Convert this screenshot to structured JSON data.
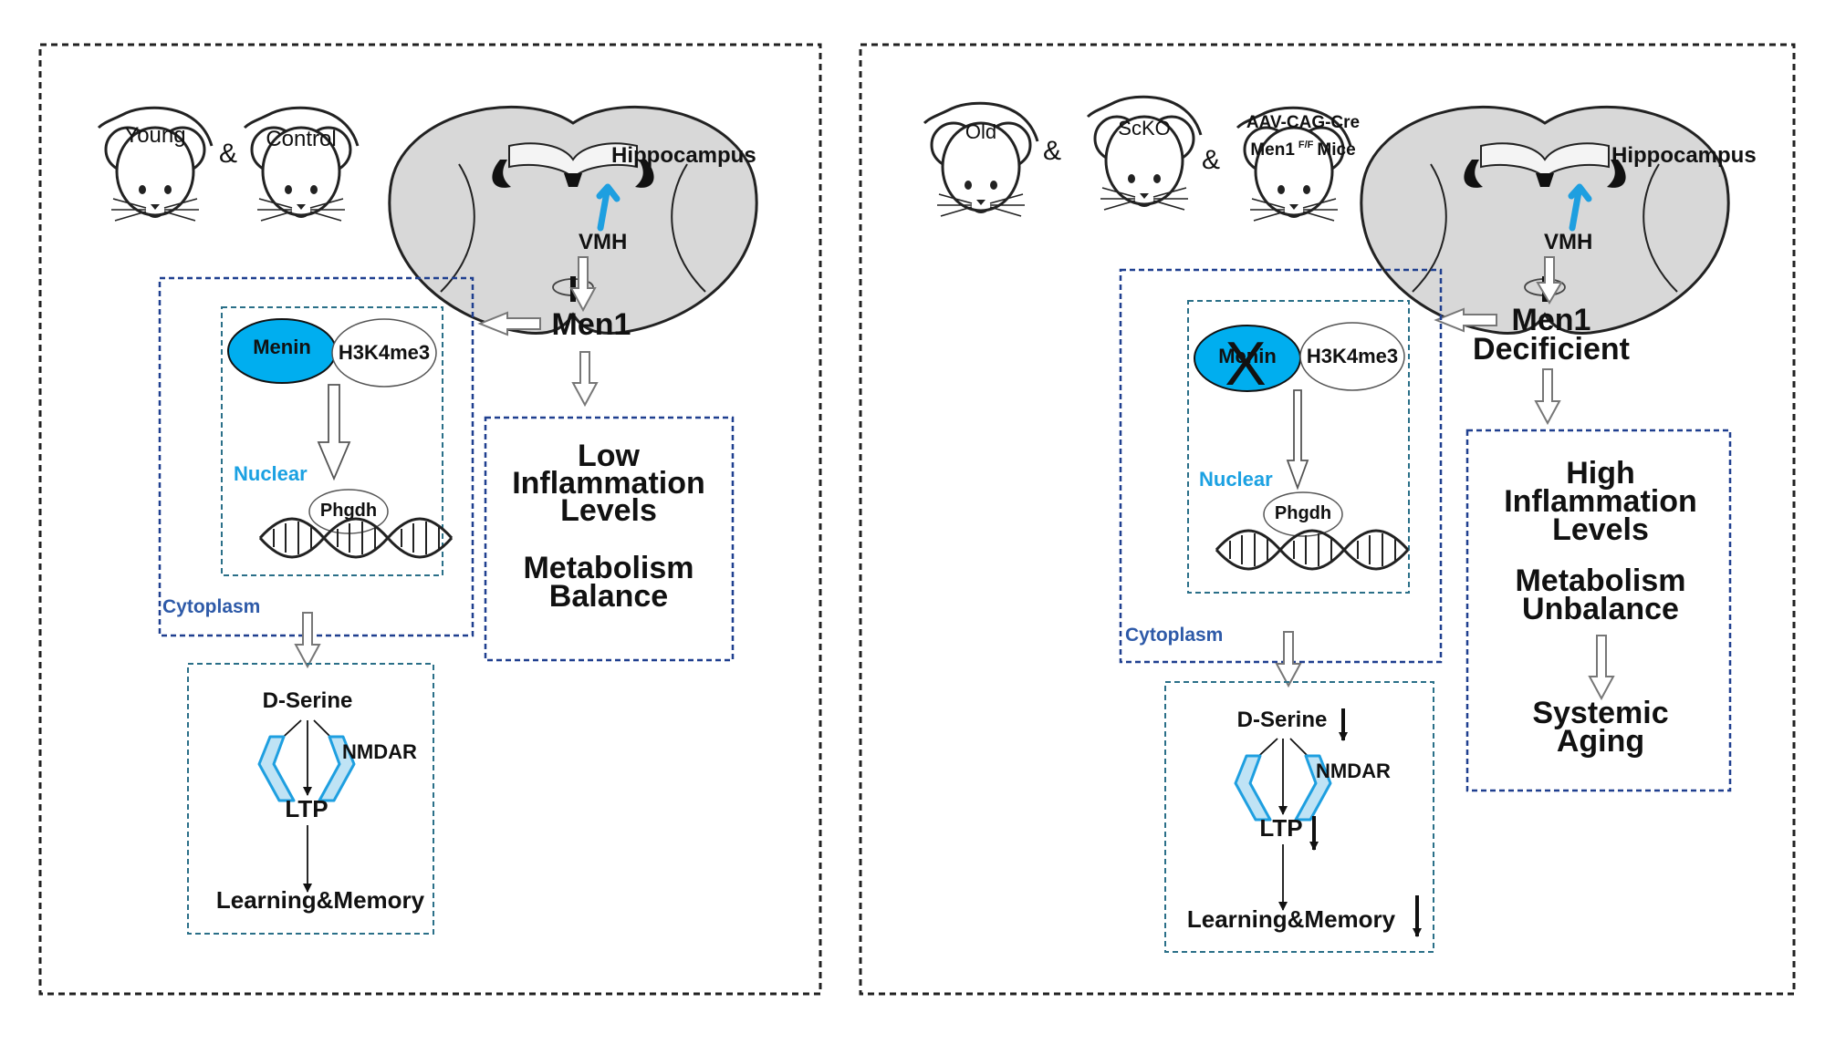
{
  "left_panel": {
    "mice": [
      "Young",
      "Control"
    ],
    "ampersand": "&",
    "brain": {
      "hippocampus": "Hippocampus",
      "vmh": "VMH"
    },
    "men1": "Men1",
    "cell": {
      "menin": "Menin",
      "h3k4me3": "H3K4me3",
      "nuclear": "Nuclear",
      "phgdh": "Phgdh",
      "cytoplasm": "Cytoplasm"
    },
    "outcome": {
      "line1": "Low",
      "line2": "Inflammation",
      "line3": "Levels",
      "line4": "Metabolism",
      "line5": "Balance"
    },
    "pathway": {
      "dserine": "D-Serine",
      "nmdar": "NMDAR",
      "ltp": "LTP",
      "learning": "Learning&Memory"
    }
  },
  "right_panel": {
    "mice": [
      "Old",
      "ScKO",
      "AAV-CAG-Cre"
    ],
    "men1_mice": {
      "base": "Men1",
      "sup": "F/F",
      "suffix": "Mice"
    },
    "ampersand": "&",
    "brain": {
      "hippocampus": "Hippocampus",
      "vmh": "VMH"
    },
    "men1_line1": "Men1",
    "men1_line2": "Decificient",
    "cell": {
      "menin": "Menin",
      "cross": "X",
      "h3k4me3": "H3K4me3",
      "nuclear": "Nuclear",
      "phgdh": "Phgdh",
      "cytoplasm": "Cytoplasm"
    },
    "outcome": {
      "line1": "High",
      "line2": "Inflammation",
      "line3": "Levels",
      "line4": "Metabolism",
      "line5": "Unbalance",
      "line6": "Systemic",
      "line7": "Aging"
    },
    "pathway": {
      "dserine": "D-Serine",
      "nmdar": "NMDAR",
      "ltp": "LTP",
      "learning": "Learning&Memory"
    }
  },
  "colors": {
    "menin_fill": "#00aeef",
    "blue_arrow": "#1e9fe0",
    "label_blue": "#1ba1e2",
    "cytoplasm_blue": "#2e5aa8",
    "box_blue": "#1f3f8f",
    "box_teal": "#2a6f88",
    "brain_fill": "#d8d8d8",
    "receptor_fill": "#bfe3f5"
  }
}
